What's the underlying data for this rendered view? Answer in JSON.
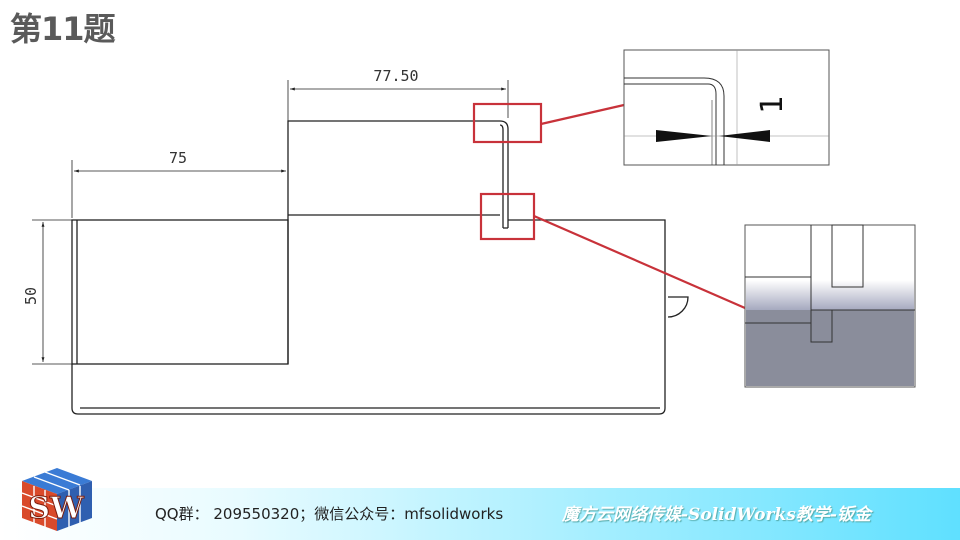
{
  "slide": {
    "title": "第11题",
    "footer_contact": "QQ群： 209550320；微信公众号：mfsolidworks",
    "footer_brand": "魔方云网络传媒-SolidWorks教学-钣金",
    "logo_text": "SW"
  },
  "dimensions": {
    "top_width": "77.50",
    "left_width": "75",
    "height": "50",
    "gap": "1"
  },
  "colors": {
    "callout": "#c8323a",
    "line": "#222222",
    "title": "#5a5a5a",
    "shade": "#8a8d9b"
  }
}
